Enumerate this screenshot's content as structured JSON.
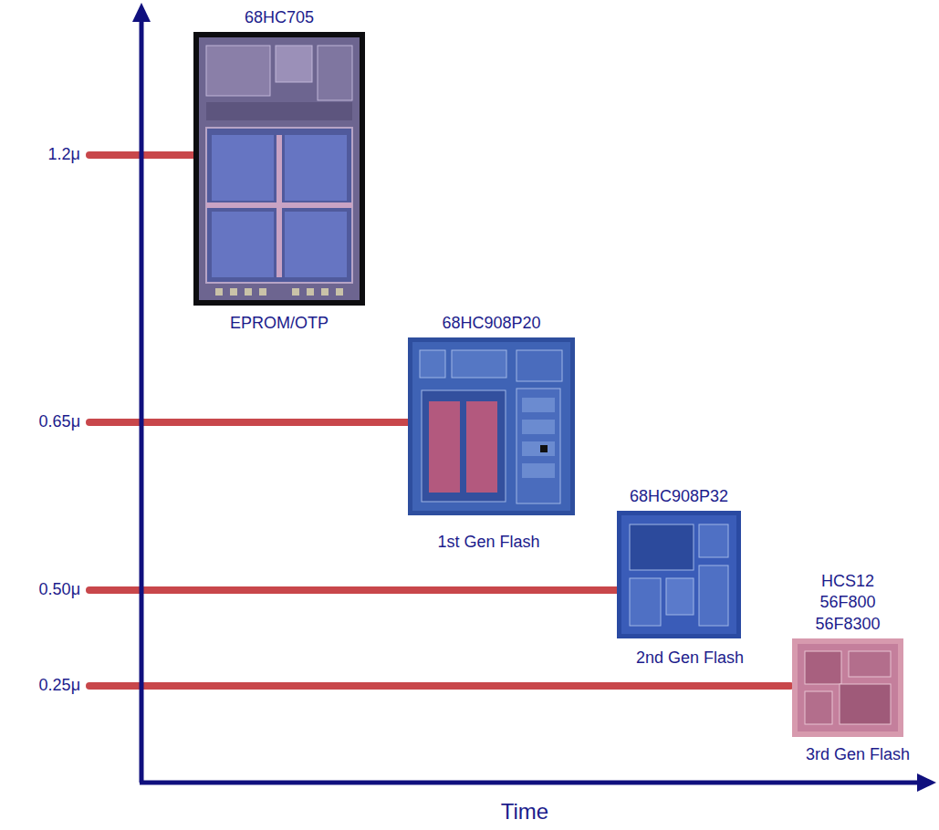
{
  "diagram": {
    "nodes": [
      {
        "text": [
          "68HC705",
          "EPROM/OTP"
        ]
      },
      {
        "text": [
          "68HC908P20",
          "1st Gen Flash"
        ]
      },
      {
        "text": [
          "68HC908P32",
          "2nd Gen Flash"
        ]
      },
      {
        "text": [
          "HCS12 56F800 56F8300",
          "3rd Gen Flash"
        ]
      }
    ],
    "labels": [
      "1.2μ",
      "0.65μ",
      "0.50μ",
      "0.25μ",
      "Time"
    ]
  }
}
